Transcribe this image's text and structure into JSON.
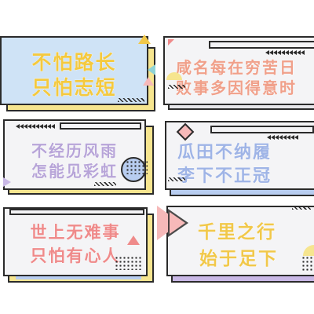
{
  "cards": [
    {
      "line1": "不怕路长",
      "line2": "只怕志短",
      "text_color": "#f4c93f",
      "bg": "#cfe3f6"
    },
    {
      "line1": "咸名每在穷苦日",
      "line2": "败事多因得意时",
      "text_color": "#f0a08a",
      "bg": "#f4f4f6"
    },
    {
      "line1": "不经历风雨",
      "line2": "怎能见彩虹",
      "text_color": "#b7a4d8",
      "bg": "#f4f4f6"
    },
    {
      "line1": "瓜田不纳履",
      "line2": "李下不正冠",
      "text_color": "#9fb4e6",
      "bg": "#f4f4f6"
    },
    {
      "line1": "世上无难事",
      "line2": "只怕有心人",
      "text_color": "#ef8a8a",
      "bg": "#f4f4f6"
    },
    {
      "line1": "千里之行",
      "line2": "始于足下",
      "text_color": "#f1c84a",
      "bg": "#f4f4f6"
    }
  ],
  "palette": {
    "yellow": "#f6e58f",
    "pink": "#f6b9b9",
    "blue": "#b8cdf0",
    "purple": "#c9b8e6",
    "teal": "#8fd3d6",
    "dark": "#2b2b2b"
  }
}
